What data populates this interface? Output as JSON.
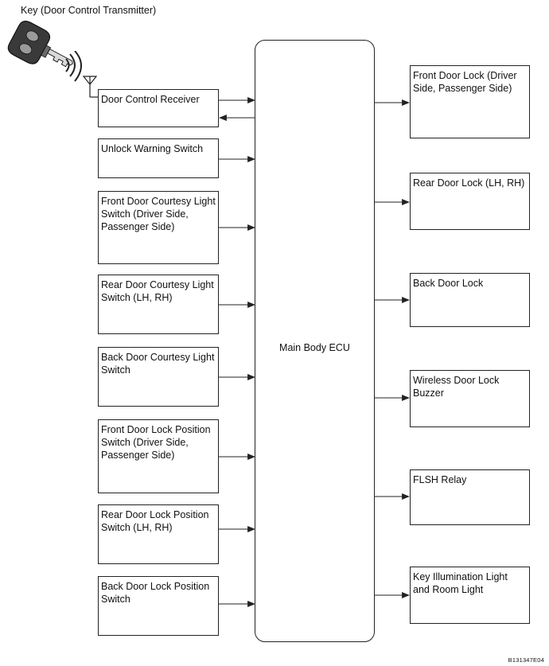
{
  "key_title": "Key (Door Control Transmitter)",
  "ecu_label": "Main Body ECU",
  "inputs": [
    {
      "id": "door-control-receiver",
      "label": "Door Control Receiver"
    },
    {
      "id": "unlock-warning-switch",
      "label": "Unlock Warning Switch"
    },
    {
      "id": "front-door-courtesy-light-switch",
      "label": "Front Door Courtesy Light Switch (Driver Side, Passenger Side)"
    },
    {
      "id": "rear-door-courtesy-light-switch",
      "label": "Rear Door Courtesy Light Switch (LH, RH)"
    },
    {
      "id": "back-door-courtesy-light-switch",
      "label": "Back Door Courtesy Light Switch"
    },
    {
      "id": "front-door-lock-position-switch",
      "label": "Front Door Lock Position Switch (Driver Side, Passenger Side)"
    },
    {
      "id": "rear-door-lock-position-switch",
      "label": "Rear Door Lock Position Switch (LH, RH)"
    },
    {
      "id": "back-door-lock-position-switch",
      "label": "Back Door Lock Position Switch"
    }
  ],
  "outputs": [
    {
      "id": "front-door-lock",
      "label": "Front Door Lock (Driver Side, Passenger Side)"
    },
    {
      "id": "rear-door-lock",
      "label": "Rear Door Lock (LH, RH)"
    },
    {
      "id": "back-door-lock",
      "label": "Back Door Lock"
    },
    {
      "id": "wireless-door-lock-buzzer",
      "label": "Wireless Door Lock Buzzer"
    },
    {
      "id": "flsh-relay",
      "label": "FLSH Relay"
    },
    {
      "id": "key-illumination-light",
      "label": "Key Illumination Light and Room Light"
    }
  ],
  "figure_code": "B131347E04",
  "colors": {
    "line": "#222222",
    "key": "#555555"
  },
  "icons": {
    "key": "key-icon",
    "antenna": "antenna-icon",
    "signal": "signal-waves-icon"
  }
}
